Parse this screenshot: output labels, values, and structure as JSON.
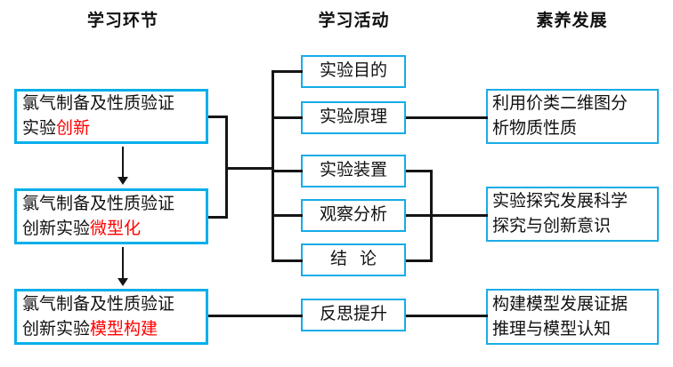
{
  "headers": [
    {
      "label": "学习环节"
    },
    {
      "label": "学习活动"
    },
    {
      "label": "素养发展"
    }
  ],
  "stages": [
    {
      "line1": "氯气制备及性质验证",
      "line2_plain": "实验",
      "line2_highlight": "创新"
    },
    {
      "line1": "氯气制备及性质验证",
      "line2_plain": "创新实验",
      "line2_highlight": "微型化"
    },
    {
      "line1": "氯气制备及性质验证",
      "line2_plain": "创新实验",
      "line2_highlight": "模型构建"
    }
  ],
  "activities": [
    {
      "label": "实验目的"
    },
    {
      "label": "实验原理"
    },
    {
      "label": "实验装置"
    },
    {
      "label": "观察分析"
    },
    {
      "label": "结论"
    },
    {
      "label": "反思提升"
    }
  ],
  "literacies": [
    {
      "line1": "利用价类二维图分",
      "line2": "析物质性质"
    },
    {
      "line1": "实验探究发展科学",
      "line2": "探究与创新意识"
    },
    {
      "line1": "构建模型发展证据",
      "line2": "推理与模型认知"
    }
  ],
  "colors": {
    "box_border_blue": "#05AFEA",
    "highlight_red": "#FF0000",
    "connector_black": "#151515",
    "text_black": "#101010",
    "background": "#FFFFFF"
  }
}
